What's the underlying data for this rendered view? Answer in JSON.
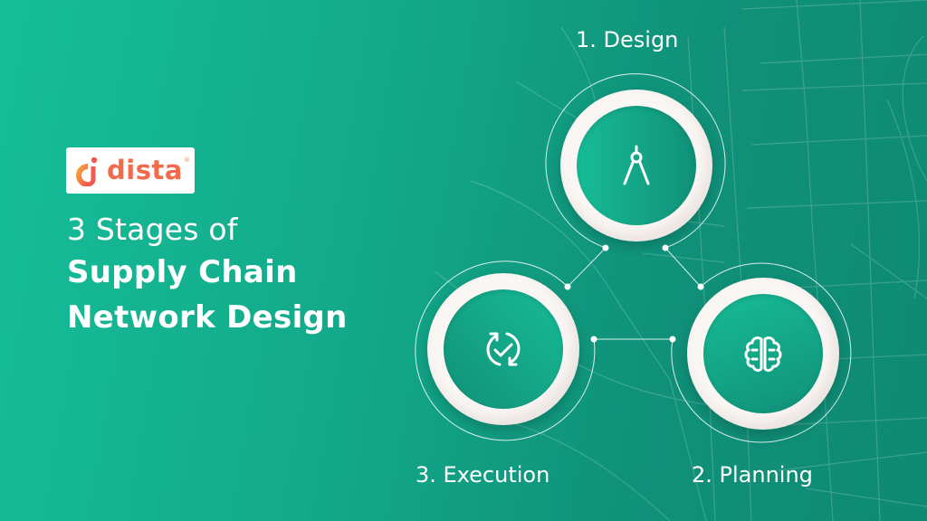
{
  "brand": {
    "logo_text": "dista",
    "registered_mark": "®",
    "logo_color": "#F16A4B",
    "logo_gradient": [
      "#F7A23B",
      "#F15A4E"
    ]
  },
  "headline": {
    "line1": "3 Stages of",
    "line2": "Supply Chain",
    "line3": "Network Design"
  },
  "stages": [
    {
      "label": "1. Design",
      "icon": "compass-icon",
      "position": "top"
    },
    {
      "label": "2. Planning",
      "icon": "brain-icon",
      "position": "bottom-right"
    },
    {
      "label": "3. Execution",
      "icon": "refresh-check-icon",
      "position": "bottom-left"
    }
  ],
  "colors": {
    "background_left": "#16BE98",
    "background_right": "#0F8A72",
    "ring": "#FAF6F3",
    "text": "#FFFFFF"
  }
}
